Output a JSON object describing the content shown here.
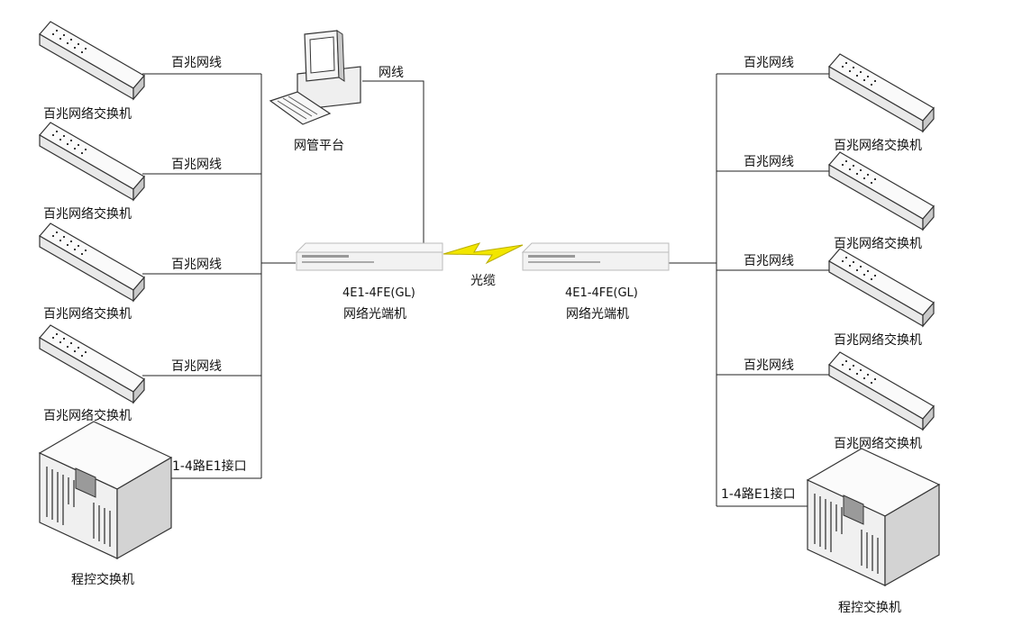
{
  "labels": {
    "switch": "百兆网络交换机",
    "cable": "百兆网线",
    "e1_interface": "1-4路E1接口",
    "pbx": "程控交换机",
    "nms_platform": "网管平台",
    "nms_cable": "网线",
    "fiber_cable": "光缆",
    "optical_model": "4E1-4FE(GL)",
    "optical_name": "网络光端机"
  },
  "colors": {
    "line": "#222222",
    "fiber_bolt": "#f2e600",
    "device_face": "#f4f4f4",
    "device_side": "#d6d6d6"
  },
  "icons": {
    "switch": "network-switch-icon",
    "pbx": "pbx-server-icon",
    "computer": "computer-terminal-icon",
    "optical": "optical-terminal-icon",
    "fiber": "lightning-bolt-icon"
  }
}
